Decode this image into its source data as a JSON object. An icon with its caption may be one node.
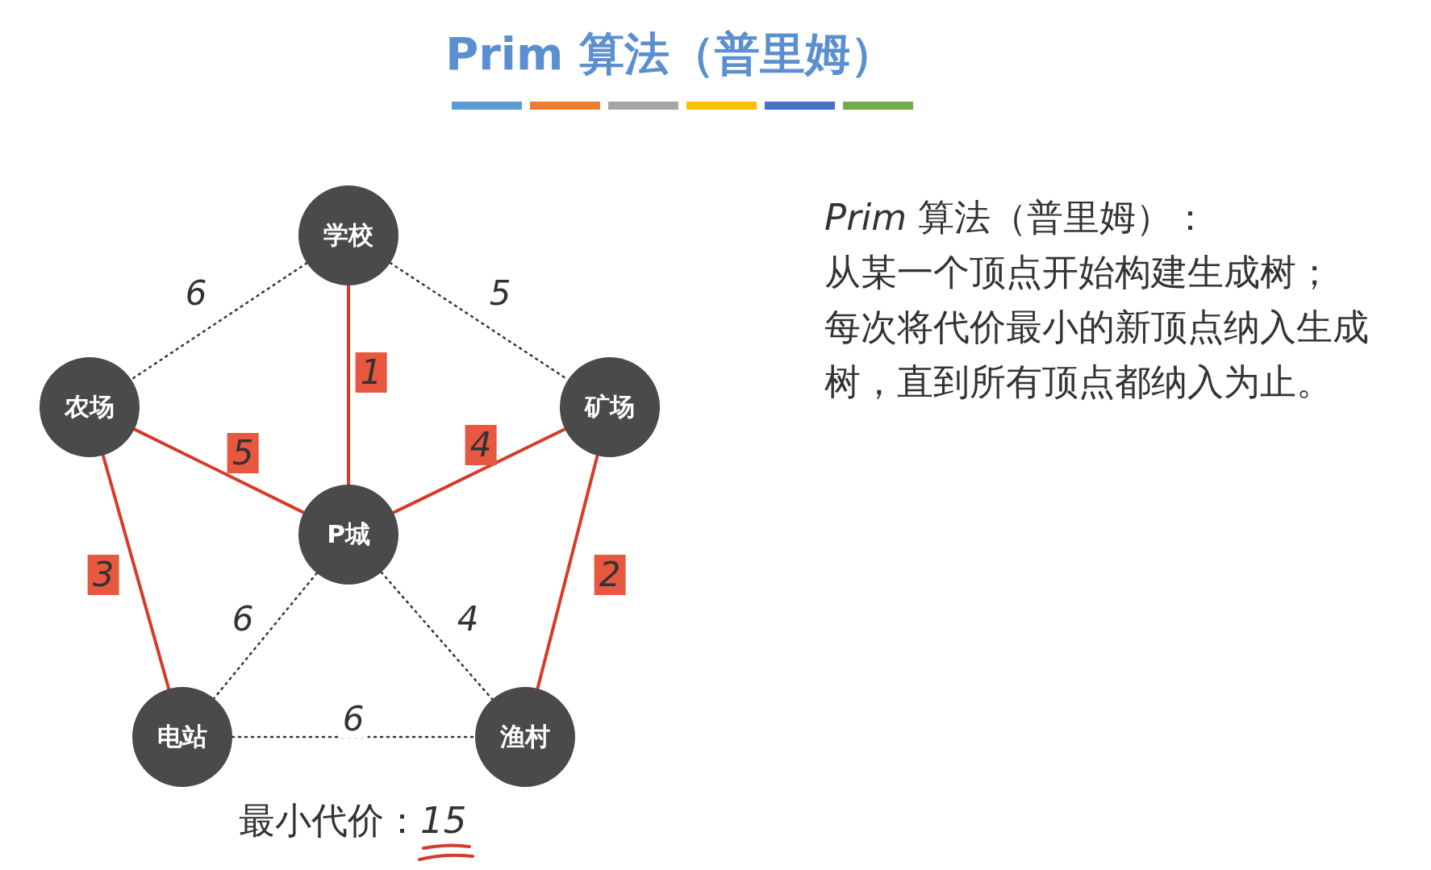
{
  "diagram": {
    "title": "Prim 算法（普里姆）",
    "nodes": [
      {
        "text": [
          "学校"
        ]
      },
      {
        "text": [
          "农场"
        ]
      },
      {
        "text": [
          "矿场"
        ]
      },
      {
        "text": [
          "P城"
        ]
      },
      {
        "text": [
          "电站"
        ]
      },
      {
        "text": [
          "渔村"
        ]
      }
    ],
    "edges": [
      {
        "from": 0,
        "to": 1,
        "arrow": "none",
        "label": "6",
        "style": "dashed"
      },
      {
        "from": 0,
        "to": 2,
        "arrow": "none",
        "label": "5",
        "style": "dashed"
      },
      {
        "from": 0,
        "to": 3,
        "arrow": "none",
        "label": "1",
        "color": "#d63b2a"
      },
      {
        "from": 1,
        "to": 3,
        "arrow": "none",
        "label": "5",
        "color": "#d63b2a"
      },
      {
        "from": 2,
        "to": 3,
        "arrow": "none",
        "label": "4",
        "color": "#d63b2a"
      },
      {
        "from": 1,
        "to": 4,
        "arrow": "none",
        "label": "3",
        "color": "#d63b2a"
      },
      {
        "from": 2,
        "to": 5,
        "arrow": "none",
        "label": "2",
        "color": "#d63b2a"
      },
      {
        "from": 3,
        "to": 4,
        "arrow": "none",
        "label": "6",
        "style": "dashed"
      },
      {
        "from": 3,
        "to": 5,
        "arrow": "none",
        "label": "4",
        "style": "dashed"
      },
      {
        "from": 4,
        "to": 5,
        "arrow": "none",
        "label": "6",
        "style": "dashed"
      }
    ],
    "labels": [
      "*Prim* 算法（普里姆）：",
      "从某一个顶点开始构建生成树；",
      "每次将代价最小的新顶点纳入生成树，直到所有顶点都纳入为止。",
      "最小代价：*15*"
    ]
  }
}
